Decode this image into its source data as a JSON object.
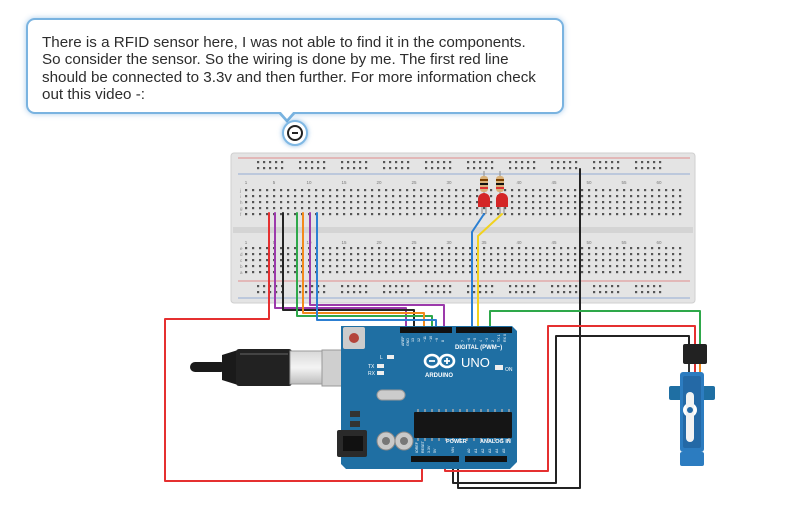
{
  "annotation": {
    "lines": [
      "There is a RFID sensor here, I was not able to find it in the components.",
      "So consider the sensor. So the wiring is done by me. The first red line",
      "should be connected to 3.3v and then further. For more information check",
      "out this video -:"
    ]
  },
  "board": {
    "logo": "UNO",
    "brand": "ARDUINO",
    "digital_header": "DIGITAL (PWM~)",
    "power_header": "POWER",
    "analog_header": "ANALOG IN",
    "on_label": "ON",
    "tx_label": "TX",
    "rx_label": "RX",
    "l_label": "L",
    "aref_label": "AREF",
    "gnd_label": "GND",
    "ioref_label": "IOREF",
    "reset_label": "RESET",
    "v33_label": "3.3V",
    "v5_label": "5V",
    "vin_label": "VIN",
    "analog_pins": [
      "A0",
      "A1",
      "A2",
      "A3",
      "A4",
      "A5"
    ],
    "digital_pins": [
      "13",
      "12",
      "~11",
      "~10",
      "~9",
      "8",
      "7",
      "~6",
      "~5",
      "4",
      "~3",
      "2",
      "TX 1",
      "RX 0"
    ]
  },
  "breadboard": {
    "column_labels": [
      "1",
      "5",
      "10",
      "15",
      "20",
      "25",
      "30",
      "35",
      "40",
      "45",
      "50",
      "55",
      "60"
    ],
    "row_labels_top": [
      "j",
      "i",
      "h",
      "g",
      "f"
    ],
    "row_labels_bottom": [
      "e",
      "d",
      "c",
      "b",
      "a"
    ]
  },
  "colors": {
    "board": "#1f6fa3",
    "breadboard": "#e3e3e3",
    "red": "#e53030",
    "black": "#232323",
    "green": "#2ea84a",
    "orange": "#f28a1c",
    "purple": "#9c3aab",
    "blue": "#2c7fd2",
    "yellow": "#f1d21f",
    "accent": "#79b3e0"
  }
}
